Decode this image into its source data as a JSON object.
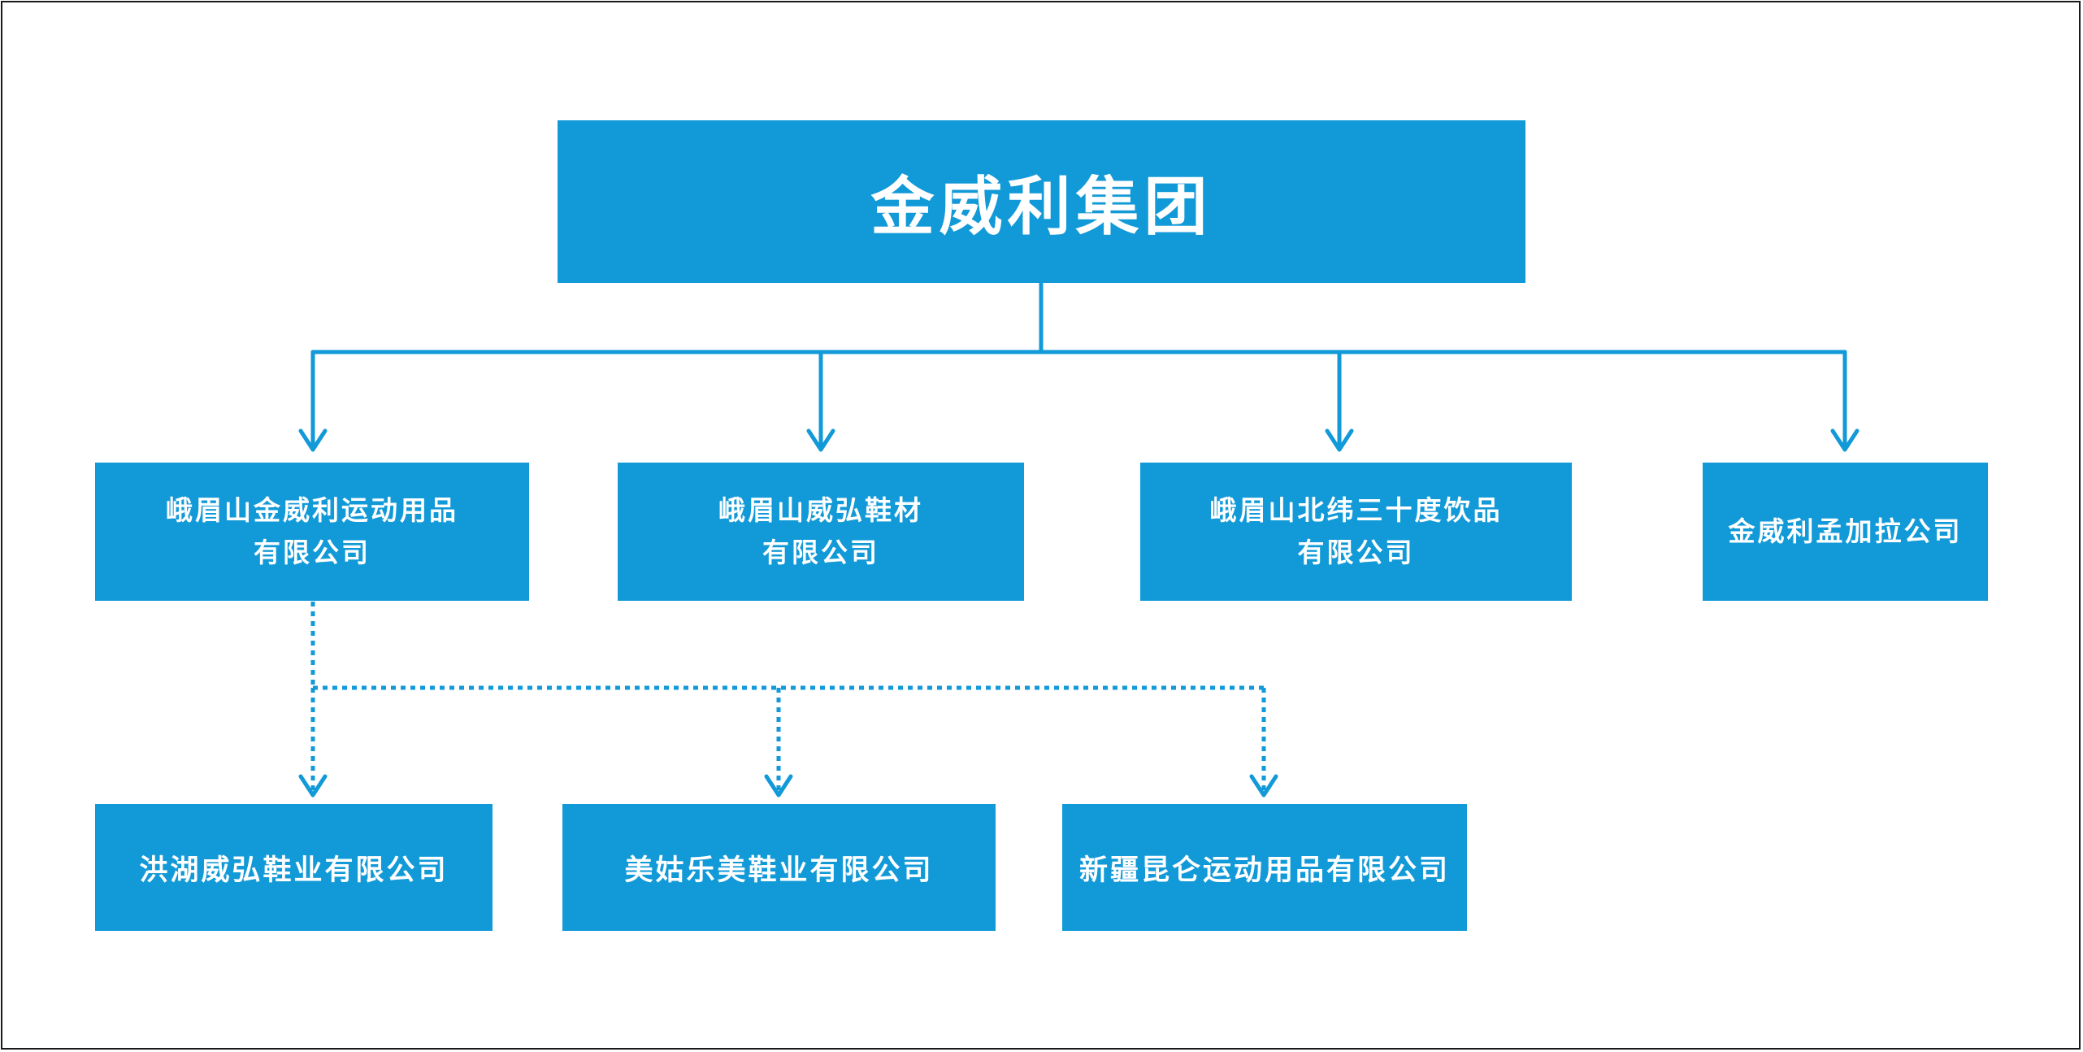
{
  "root": {
    "label": "金威利集团"
  },
  "subsidiaries": [
    {
      "line1": "峨眉山金威利运动用品",
      "line2": "有限公司"
    },
    {
      "line1": "峨眉山威弘鞋材",
      "line2": "有限公司"
    },
    {
      "line1": "峨眉山北纬三十度饮品",
      "line2": "有限公司"
    },
    {
      "line1": "金威利孟加拉公司",
      "line2": ""
    }
  ],
  "sub_subsidiaries": [
    {
      "label": "洪湖威弘鞋业有限公司"
    },
    {
      "label": "美姑乐美鞋业有限公司"
    },
    {
      "label": "新疆昆仑运动用品有限公司"
    }
  ],
  "colors": {
    "box": "#129ad8",
    "text": "#ffffff",
    "line": "#129ad8",
    "border": "#1a1a1a"
  }
}
